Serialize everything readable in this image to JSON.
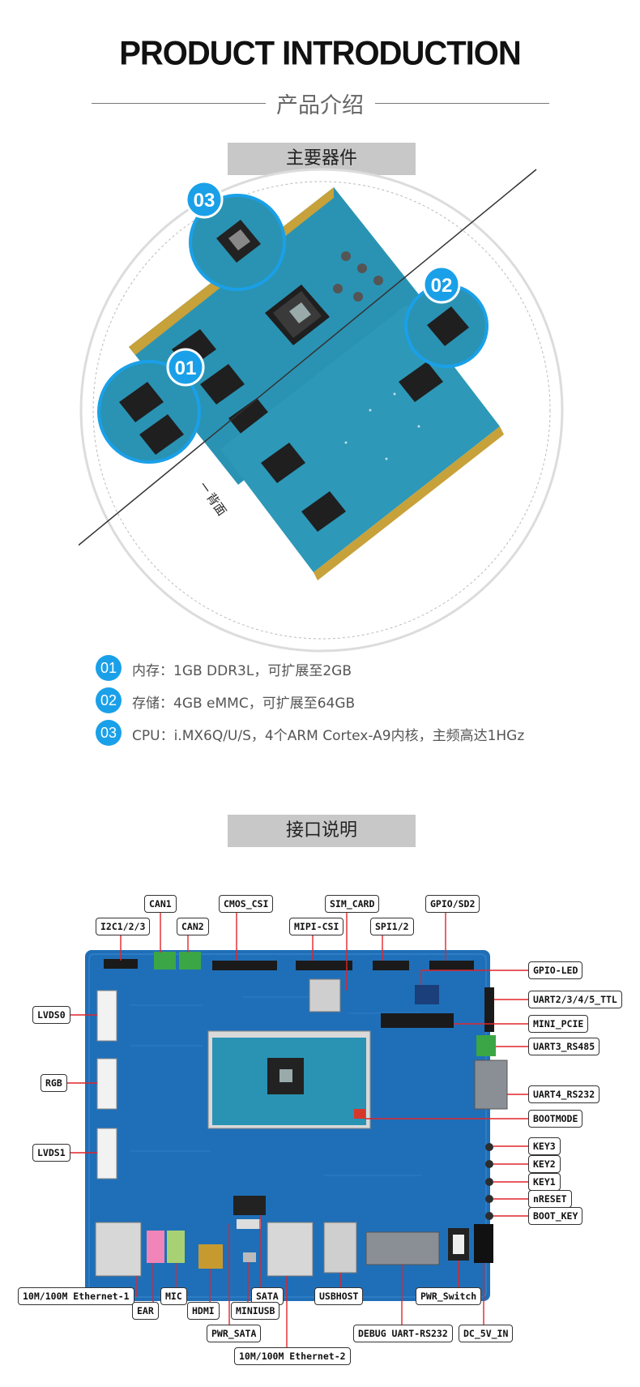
{
  "header": {
    "title": "PRODUCT INTRODUCTION",
    "subtitle": "产品介绍"
  },
  "section1": {
    "heading": "主要器件",
    "callouts": [
      "03",
      "02",
      "01"
    ],
    "back_label": "背面",
    "specs": [
      {
        "num": "01",
        "text": "内存：1GB DDR3L，可扩展至2GB"
      },
      {
        "num": "02",
        "text": "存储：4GB eMMC，可扩展至64GB"
      },
      {
        "num": "03",
        "text": "CPU：i.MX6Q/U/S，4个ARM Cortex-A9内核，主频高达1HGz"
      }
    ]
  },
  "section2": {
    "heading": "接口说明",
    "labels": {
      "can1": "CAN1",
      "can2": "CAN2",
      "i2c": "I2C1/2/3",
      "cmos_csi": "CMOS_CSI",
      "sim_card": "SIM_CARD",
      "mipi_csi": "MIPI-CSI",
      "spi": "SPI1/2",
      "gpio_sd2": "GPIO/SD2",
      "gpio_led": "GPIO-LED",
      "uart_ttl": "UART2/3/4/5_TTL",
      "mini_pcie": "MINI_PCIE",
      "uart3_rs485": "UART3_RS485",
      "uart4_rs232": "UART4_RS232",
      "bootmode": "BOOTMODE",
      "key3": "KEY3",
      "key2": "KEY2",
      "key1": "KEY1",
      "nreset": "nRESET",
      "boot_key": "BOOT_KEY",
      "lvds0": "LVDS0",
      "rgb": "RGB",
      "lvds1": "LVDS1",
      "eth1": "10M/100M Ethernet-1",
      "ear": "EAR",
      "mic": "MIC",
      "hdmi": "HDMI",
      "miniusb": "MINIUSB",
      "sata": "SATA",
      "pwr_sata": "PWR_SATA",
      "eth2": "10M/100M Ethernet-2",
      "usbhost": "USBHOST",
      "debug_uart": "DEBUG UART-RS232",
      "pwr_switch": "PWR_Switch",
      "dc_5v_in": "DC_5V_IN"
    }
  }
}
